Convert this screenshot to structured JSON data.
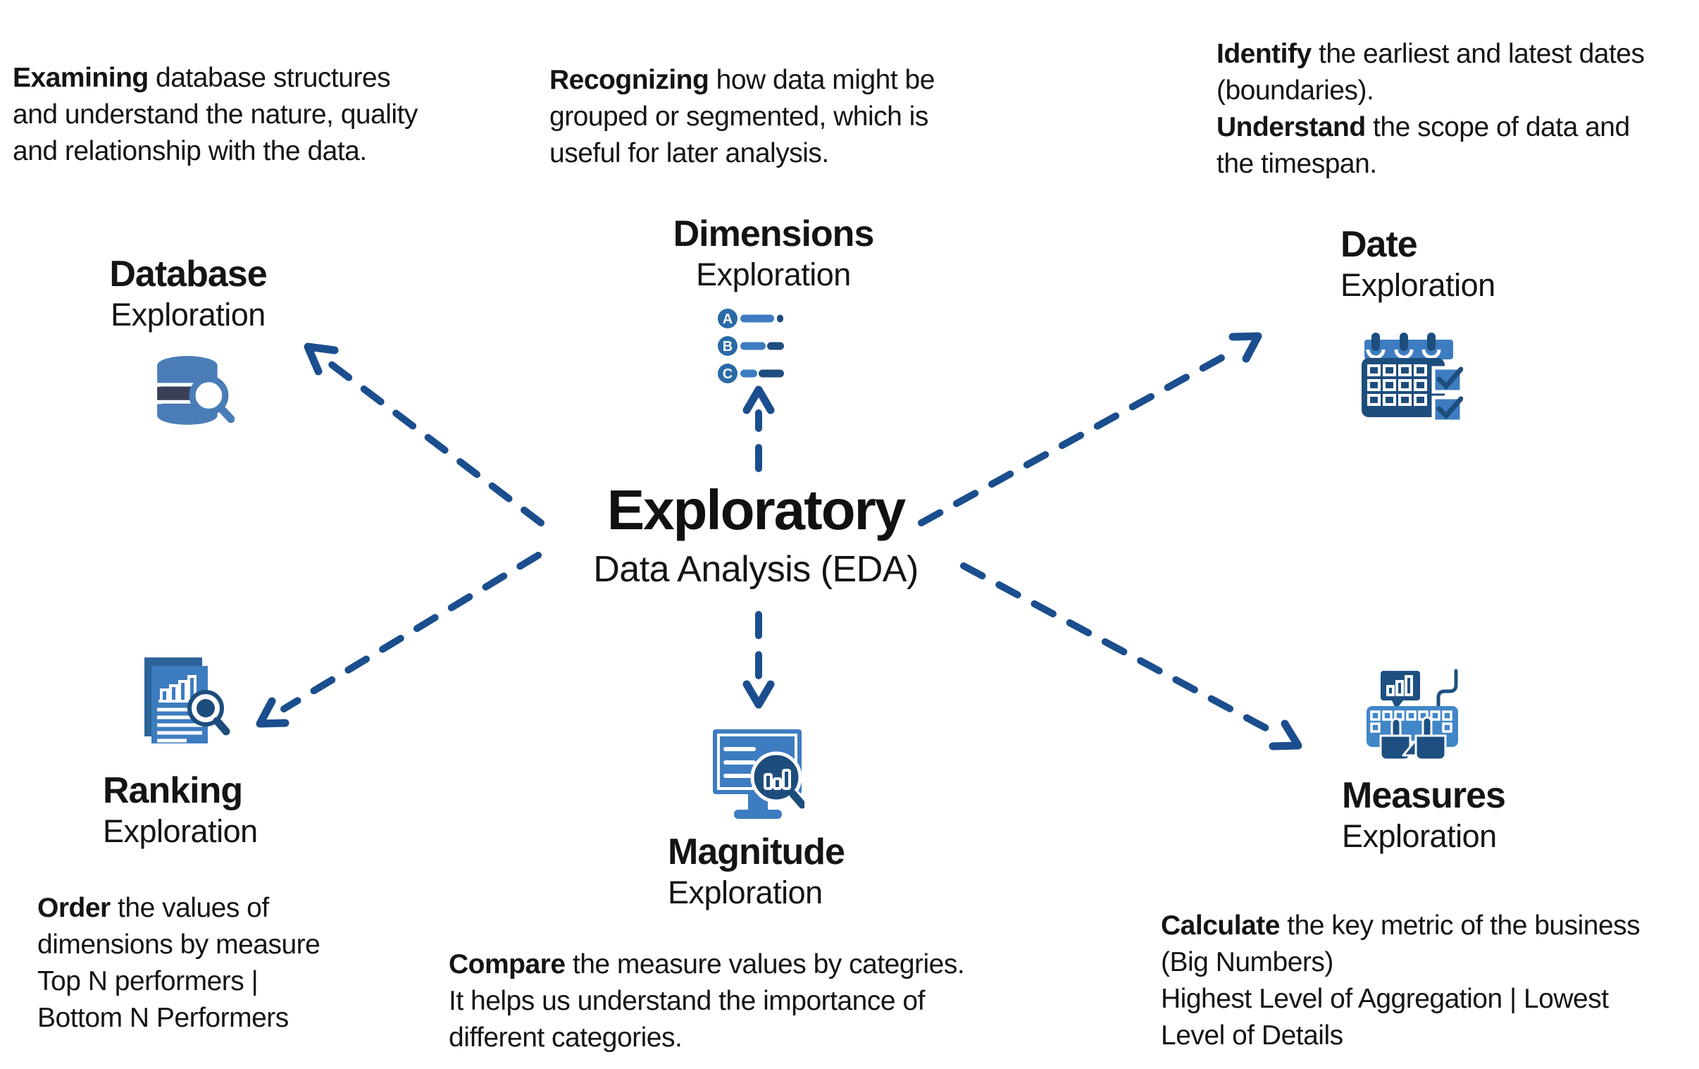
{
  "center": {
    "title": "Exploratory",
    "subtitle": "Data Analysis (EDA)"
  },
  "nodes": {
    "database": {
      "title": "Database",
      "subtitle": "Exploration"
    },
    "dimensions": {
      "title": "Dimensions",
      "subtitle": "Exploration"
    },
    "date": {
      "title": "Date",
      "subtitle": "Exploration"
    },
    "ranking": {
      "title": "Ranking",
      "subtitle": "Exploration"
    },
    "magnitude": {
      "title": "Magnitude",
      "subtitle": "Exploration"
    },
    "measures": {
      "title": "Measures",
      "subtitle": "Exploration"
    }
  },
  "descriptions": {
    "database": {
      "lines": [
        {
          "b": "Examining",
          "t": " database structures"
        },
        {
          "b": "",
          "t": "and understand the nature, quality"
        },
        {
          "b": "",
          "t": "and relationship with the data."
        }
      ]
    },
    "dimensions": {
      "lines": [
        {
          "b": "Recognizing",
          "t": " how data might be"
        },
        {
          "b": "",
          "t": "grouped or segmented, which is"
        },
        {
          "b": "",
          "t": "useful for later analysis."
        }
      ]
    },
    "date": {
      "lines": [
        {
          "b": "Identify",
          "t": " the earliest and latest dates"
        },
        {
          "b": "",
          "t": "(boundaries)."
        },
        {
          "b": "Understand",
          "t": " the scope of data and"
        },
        {
          "b": "",
          "t": "the timespan."
        }
      ]
    },
    "ranking": {
      "lines": [
        {
          "b": "Order",
          "t": " the values of"
        },
        {
          "b": "",
          "t": "dimensions by measure"
        },
        {
          "b": "",
          "t": "Top N performers |"
        },
        {
          "b": "",
          "t": "Bottom N Performers"
        }
      ]
    },
    "magnitude": {
      "lines": [
        {
          "b": "Compare",
          "t": " the measure values by categries."
        },
        {
          "b": "",
          "t": "It helps us understand the importance of"
        },
        {
          "b": "",
          "t": "different categories."
        }
      ]
    },
    "measures": {
      "lines": [
        {
          "b": "Calculate",
          "t": " the key metric of the business"
        },
        {
          "b": "",
          "t": "(Big Numbers)"
        },
        {
          "b": "",
          "t": "Highest Level of Aggregation | Lowest"
        },
        {
          "b": "",
          "t": "Level of Details"
        }
      ]
    }
  },
  "abc": [
    "A",
    "B",
    "C"
  ],
  "icons": {
    "database": "database-search-icon",
    "dimensions": "abc-dimension-list-icon",
    "date": "calendar-check-icon",
    "ranking": "report-chart-search-icon",
    "magnitude": "monitor-chart-search-icon",
    "measures": "keyboard-typing-chart-icon"
  },
  "colors": {
    "arrow": "#1b4e8e",
    "icon_blue": "#3d7cc0",
    "icon_blue_alt": "#4a7db8",
    "icon_light_blue": "#4186c6",
    "icon_navy": "#1d4d7c",
    "icon_steel": "#2a6aa5",
    "icon_dark_band": "#3a3f55",
    "icon_hand_navy": "#1d5081",
    "text": "#141414",
    "background": "#ffffff"
  }
}
